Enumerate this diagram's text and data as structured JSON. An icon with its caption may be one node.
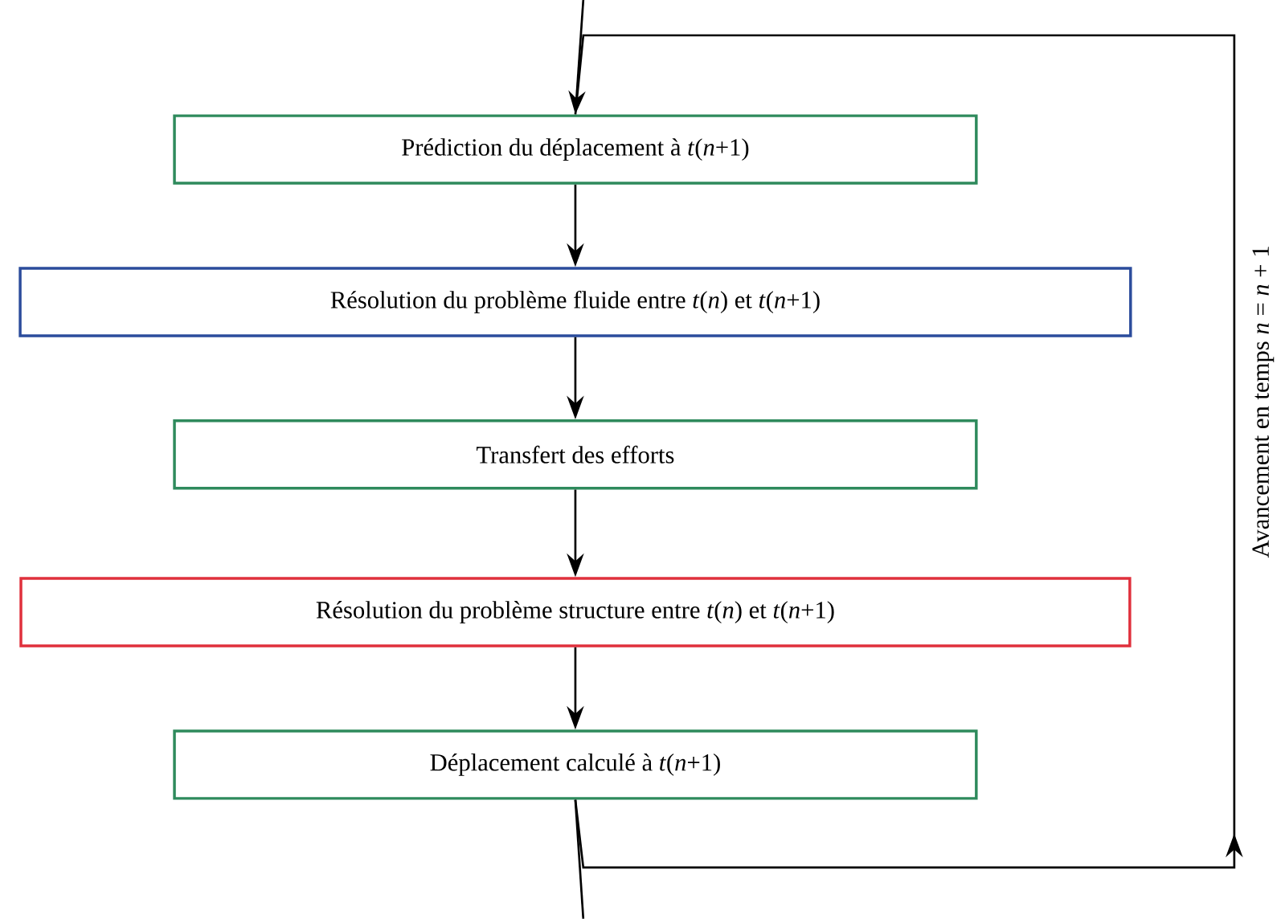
{
  "diagram": {
    "nodes": [
      {
        "text": [
          "Prédiction du déplacement à *t*(*n*+1)"
        ]
      },
      {
        "text": [
          "Résolution du problème fluide entre *t*(*n*) et *t*(*n*+1)"
        ]
      },
      {
        "text": [
          "Transfert des efforts"
        ]
      },
      {
        "text": [
          "Résolution du problème structure entre *t*(*n*) et *t*(*n*+1)"
        ]
      },
      {
        "text": [
          "Déplacement calculé à *t*(*n*+1)"
        ]
      }
    ],
    "edges": [
      {
        "from": null,
        "to": 0,
        "arrow": "to"
      },
      {
        "from": 0,
        "to": 1,
        "arrow": "to"
      },
      {
        "from": 1,
        "to": 2,
        "arrow": "to"
      },
      {
        "from": 2,
        "to": 3,
        "arrow": "to"
      },
      {
        "from": 3,
        "to": 4,
        "arrow": "to"
      },
      {
        "from": 4,
        "to": 0,
        "arrow": "to",
        "label": "Avancement en temps *n* = *n* + 1"
      },
      {
        "from": 4,
        "to": null,
        "arrow": "none"
      }
    ]
  }
}
